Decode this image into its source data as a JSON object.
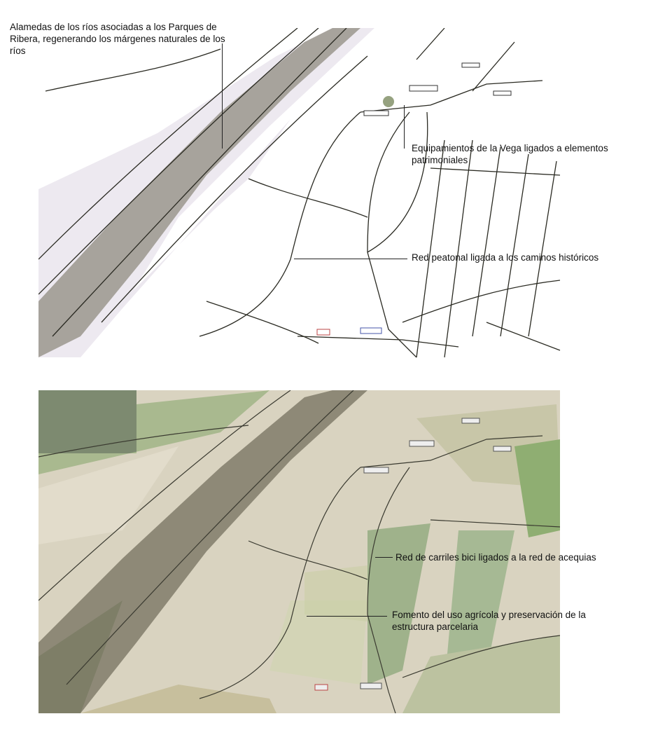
{
  "sketch": {
    "labels": {
      "alamedas": "Alamedas de los ríos asociadas a los Parques de Ribera, regenerando los márgenes naturales de los ríos",
      "equipamientos": "Equipamientos de la Vega ligados a elementos patrimoniales",
      "red_peatonal": "Red peatonal ligada a los caminos históricos"
    }
  },
  "photo": {
    "labels": {
      "carriles_bici": "Red de carriles bici ligados a la red de acequias",
      "fomento": "Fomento del uso agrícola y preservación de la estructura parcelaria"
    }
  },
  "colors": {
    "ink": "#2a2a22",
    "field_light": "#d9d3c0",
    "field_green": "#a9b98f",
    "river_band": "#6e6a58"
  }
}
